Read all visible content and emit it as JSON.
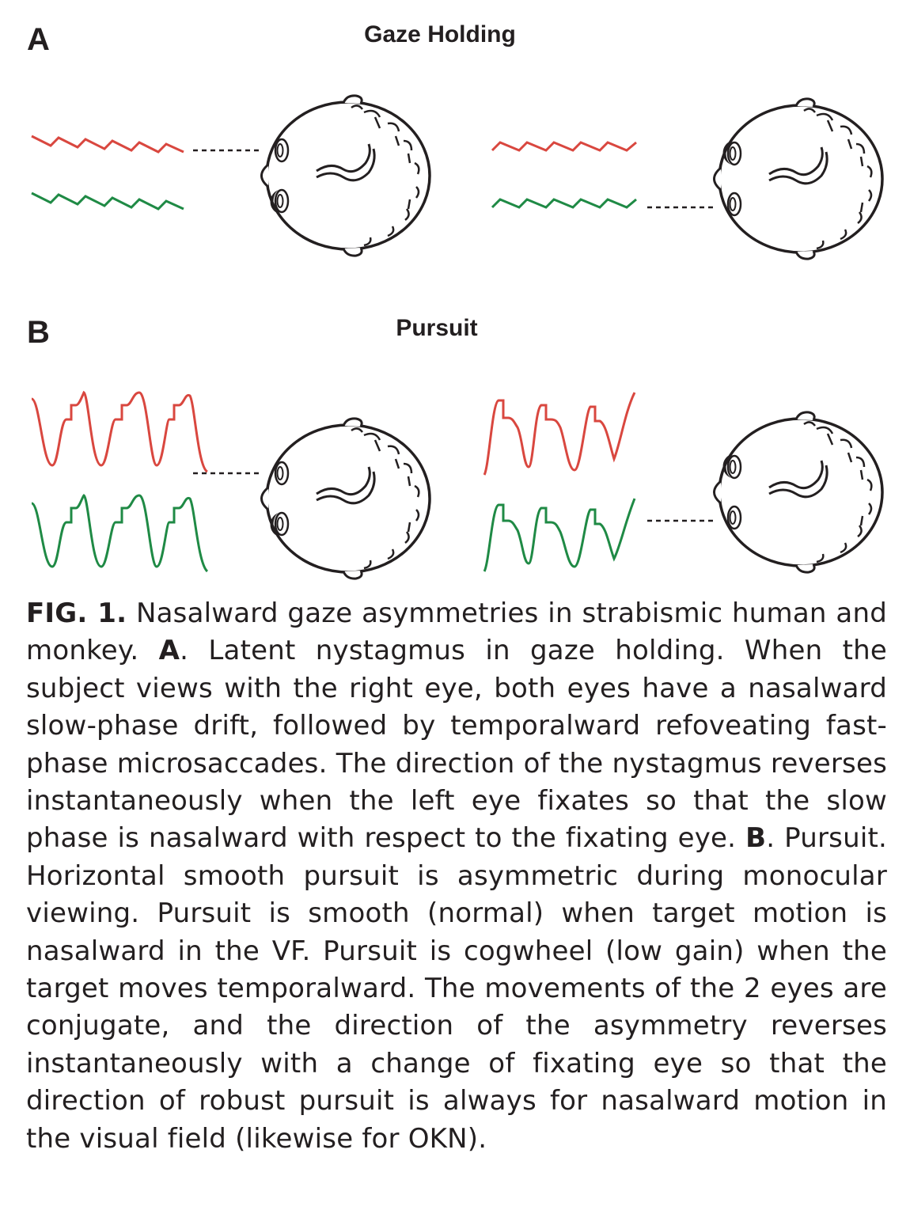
{
  "panels": {
    "a": {
      "letter": "A",
      "title": "Gaze Holding"
    },
    "b": {
      "letter": "B",
      "title": "Pursuit"
    }
  },
  "colors": {
    "right_eye_trace": "#d9473f",
    "left_eye_trace": "#1f8a45",
    "ink": "#231f20"
  },
  "icons": [
    "head-top-view-icon"
  ],
  "caption": {
    "fig_label": "FIG. 1.",
    "intro": "Nasalward gaze asymmetries in strabismic human and monkey.",
    "a_label": "A",
    "a_text": ". Latent nystagmus in gaze holding. When the subject views with the right eye, both eyes have a nasalward slow-phase drift, followed by temporalward refoveating fast-phase microsaccades. The direction of the nystagmus reverses instantaneously when the left eye fixates so that the slow phase is nasalward with respect to the fixating eye.",
    "b_label": "B",
    "b_text": ". Pursuit. Horizontal smooth pursuit is asymmetric during monocular viewing. Pursuit is smooth (normal) when target motion is nasalward in the VF. Pursuit is cogwheel (low gain) when the target moves temporalward. The movements of the 2 eyes are conjugate, and the direction of the asymmetry reverses instantaneously with a change of fixating eye so that the direction of robust pursuit is always for nasalward motion in the visual field (likewise for OKN)."
  }
}
